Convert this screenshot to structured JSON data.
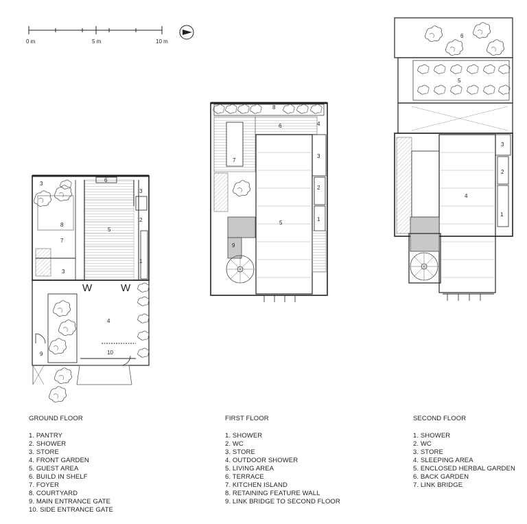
{
  "scale_bar": {
    "labels": [
      "0 m",
      "5 m",
      "10 m"
    ]
  },
  "north_icon": "north-arrow-icon",
  "floors": [
    {
      "title": "GROUND FLOOR",
      "items": [
        "1. PANTRY",
        "2. SHOWER",
        "3. STORE",
        "4. FRONT GARDEN",
        "5. GUEST AREA",
        "6. BUILD IN SHELF",
        "7. FOYER",
        "8. COURTYARD",
        "9. MAIN ENTRANCE GATE",
        "10. SIDE ENTRANCE GATE"
      ],
      "room_numbers": [
        "3",
        "6",
        "3",
        "2",
        "8",
        "5",
        "7",
        "1",
        "3",
        "4",
        "9",
        "10",
        "W",
        "W"
      ]
    },
    {
      "title": "FIRST FLOOR",
      "items": [
        "1. SHOWER",
        "2. WC",
        "3. STORE",
        "4. OUTDOOR SHOWER",
        "5. LIVING AREA",
        "6. TERRACE",
        "7. KITCHEN ISLAND",
        "8. RETAINING FEATURE WALL",
        "9. LINK BRIDGE TO SECOND FLOOR"
      ],
      "room_numbers": [
        "8",
        "6",
        "4",
        "3",
        "7",
        "2",
        "5",
        "1",
        "9"
      ]
    },
    {
      "title": "SECOND FLOOR",
      "items": [
        "1. SHOWER",
        "2. WC",
        "3. STORE",
        "4. SLEEPING AREA",
        "5. ENCLOSED HERBAL GARDEN",
        "6. BACK GARDEN",
        "7. LINK BRIDGE"
      ],
      "room_numbers": [
        "6",
        "5",
        "3",
        "2",
        "4",
        "1"
      ]
    }
  ]
}
